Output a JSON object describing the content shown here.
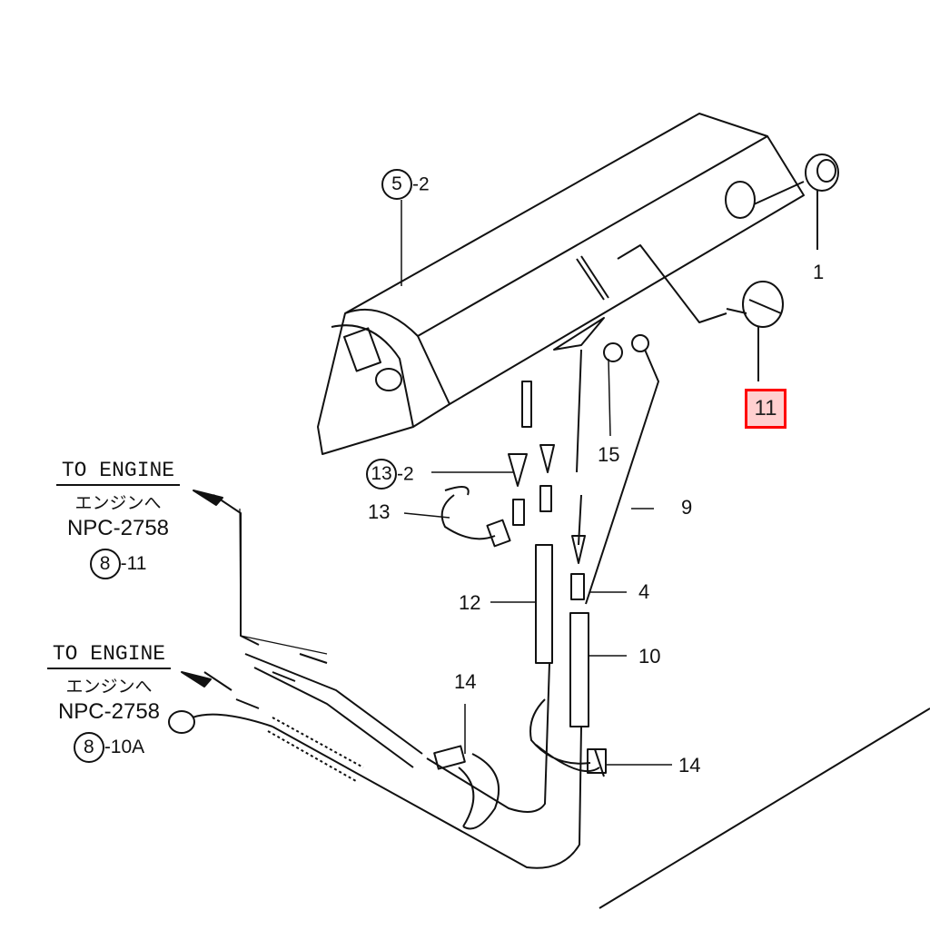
{
  "callouts": {
    "p5": {
      "circle": "5",
      "suffix": "-2"
    },
    "p1": "1",
    "p11": "11",
    "p15": "15",
    "p13_2": {
      "circle": "13",
      "suffix": "-2"
    },
    "p13": "13",
    "p9": "9",
    "p4": "4",
    "p12": "12",
    "p10": "10",
    "p14a": "14",
    "p14b": "14"
  },
  "engine_refs": [
    {
      "title": "TO ENGINE",
      "japanese": "エンジンへ",
      "part_no": "NPC-2758",
      "ref_circle": "8",
      "ref_suffix": "-11"
    },
    {
      "title": "TO ENGINE",
      "japanese": "エンジンへ",
      "part_no": "NPC-2758",
      "ref_circle": "8",
      "ref_suffix": "-10A"
    }
  ],
  "colors": {
    "highlight_border": "#ff0000",
    "highlight_fill": "#ffd0d0"
  }
}
